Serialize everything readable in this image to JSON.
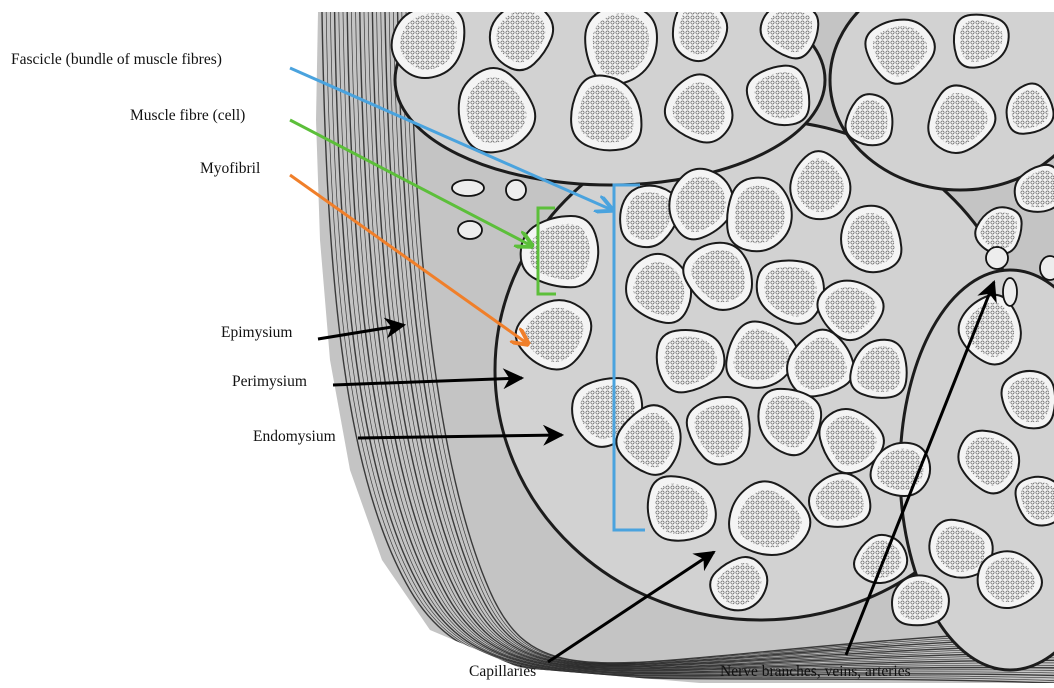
{
  "labels": {
    "fascicle": "Fascicle (bundle of muscle fibres)",
    "muscle_fibre": "Muscle fibre (cell)",
    "myofibril": "Myofibril",
    "epimysium": "Epimysium",
    "perimysium": "Perimysium",
    "endomysium": "Endomysium",
    "capillaries": "Capillaries",
    "nerve_branches": "Nerve branches, veins, arteries"
  },
  "colors": {
    "fascicle": "#4aa3de",
    "muscle_fibre": "#5cbf3a",
    "myofibril": "#f07f2a",
    "pointer": "#000000",
    "ink": "#1a1a1a",
    "fibre_fill": "#f4f4f4",
    "tissue": "#bdbdbd"
  }
}
